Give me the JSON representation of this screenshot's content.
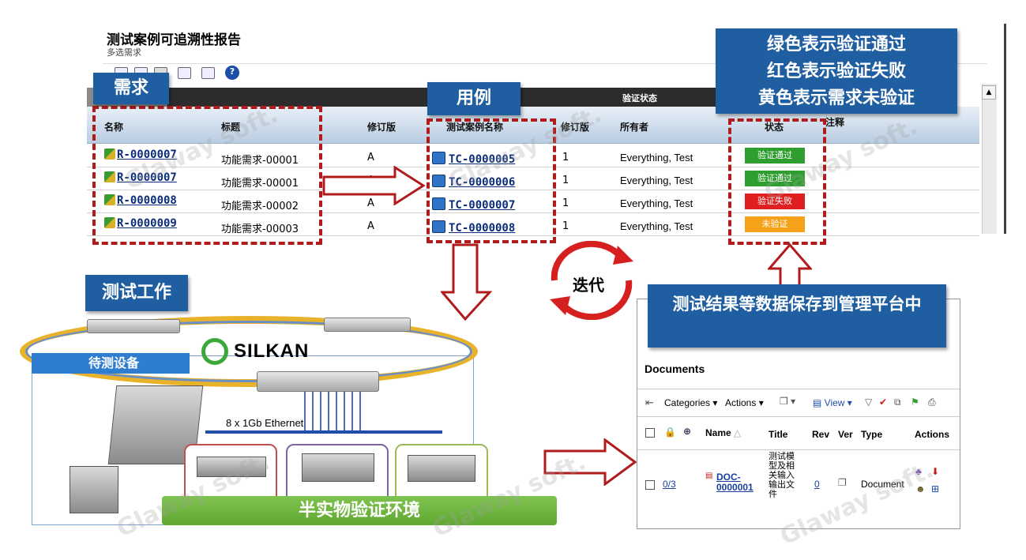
{
  "report": {
    "title": "测试案例可追溯性报告",
    "subtitle": "多选需求",
    "verify_status_header": "验证状态",
    "columns": {
      "name": "名称",
      "heading": "标题",
      "revision": "修订版",
      "test_case_name": "测试案例名称",
      "test_revision": "修订版",
      "owner": "所有者",
      "status": "状态",
      "comment": "注释"
    },
    "rows": [
      {
        "req": "R-0000007",
        "title": "功能需求-00001",
        "rev": "A",
        "tc": "TC-0000005",
        "tc_rev": "1",
        "owner": "Everything, Test",
        "status": "验证通过",
        "status_color": "#2e9e2e"
      },
      {
        "req": "R-0000007",
        "title": "功能需求-00001",
        "rev": "A",
        "tc": "TC-0000006",
        "tc_rev": "1",
        "owner": "Everything, Test",
        "status": "验证通过",
        "status_color": "#2e9e2e"
      },
      {
        "req": "R-0000008",
        "title": "功能需求-00002",
        "rev": "A",
        "tc": "TC-0000007",
        "tc_rev": "1",
        "owner": "Everything, Test",
        "status": "验证失败",
        "status_color": "#e02020"
      },
      {
        "req": "R-0000009",
        "title": "功能需求-00003",
        "rev": "A",
        "tc": "TC-0000008",
        "tc_rev": "1",
        "owner": "Everything, Test",
        "status": "未验证",
        "status_color": "#f5a21a"
      }
    ]
  },
  "callouts": {
    "requirement": "需求",
    "test_case": "用例",
    "legend_line1": "绿色表示验证通过",
    "legend_line2": "红色表示验证失败",
    "legend_line3": "黄色表示需求未验证",
    "test_work": "测试工作",
    "save_results": "测试结果等数据保存到管理平台中",
    "iteration": "迭代"
  },
  "test_env": {
    "device_under_test": "待测设备",
    "vendor": "SILKAN",
    "ethernet": "8 x 1Gb Ethernet",
    "banner": "半实物验证环境"
  },
  "documents": {
    "title": "Documents",
    "toolbar": {
      "categories": "Categories",
      "actions": "Actions",
      "view": "View"
    },
    "headers": {
      "name": "Name",
      "title": "Title",
      "rev": "Rev",
      "ver": "Ver",
      "type": "Type",
      "actions": "Actions"
    },
    "row": {
      "count": "0/3",
      "name": "DOC-0000001",
      "title": "测试模型及相关输入输出文件",
      "rev": "0",
      "type": "Document"
    }
  },
  "colors": {
    "callout_blue": "#1f5ea0",
    "dash_red": "#b01c1c",
    "banner_green": "#6ab23c"
  },
  "watermark": "Glaway soft."
}
